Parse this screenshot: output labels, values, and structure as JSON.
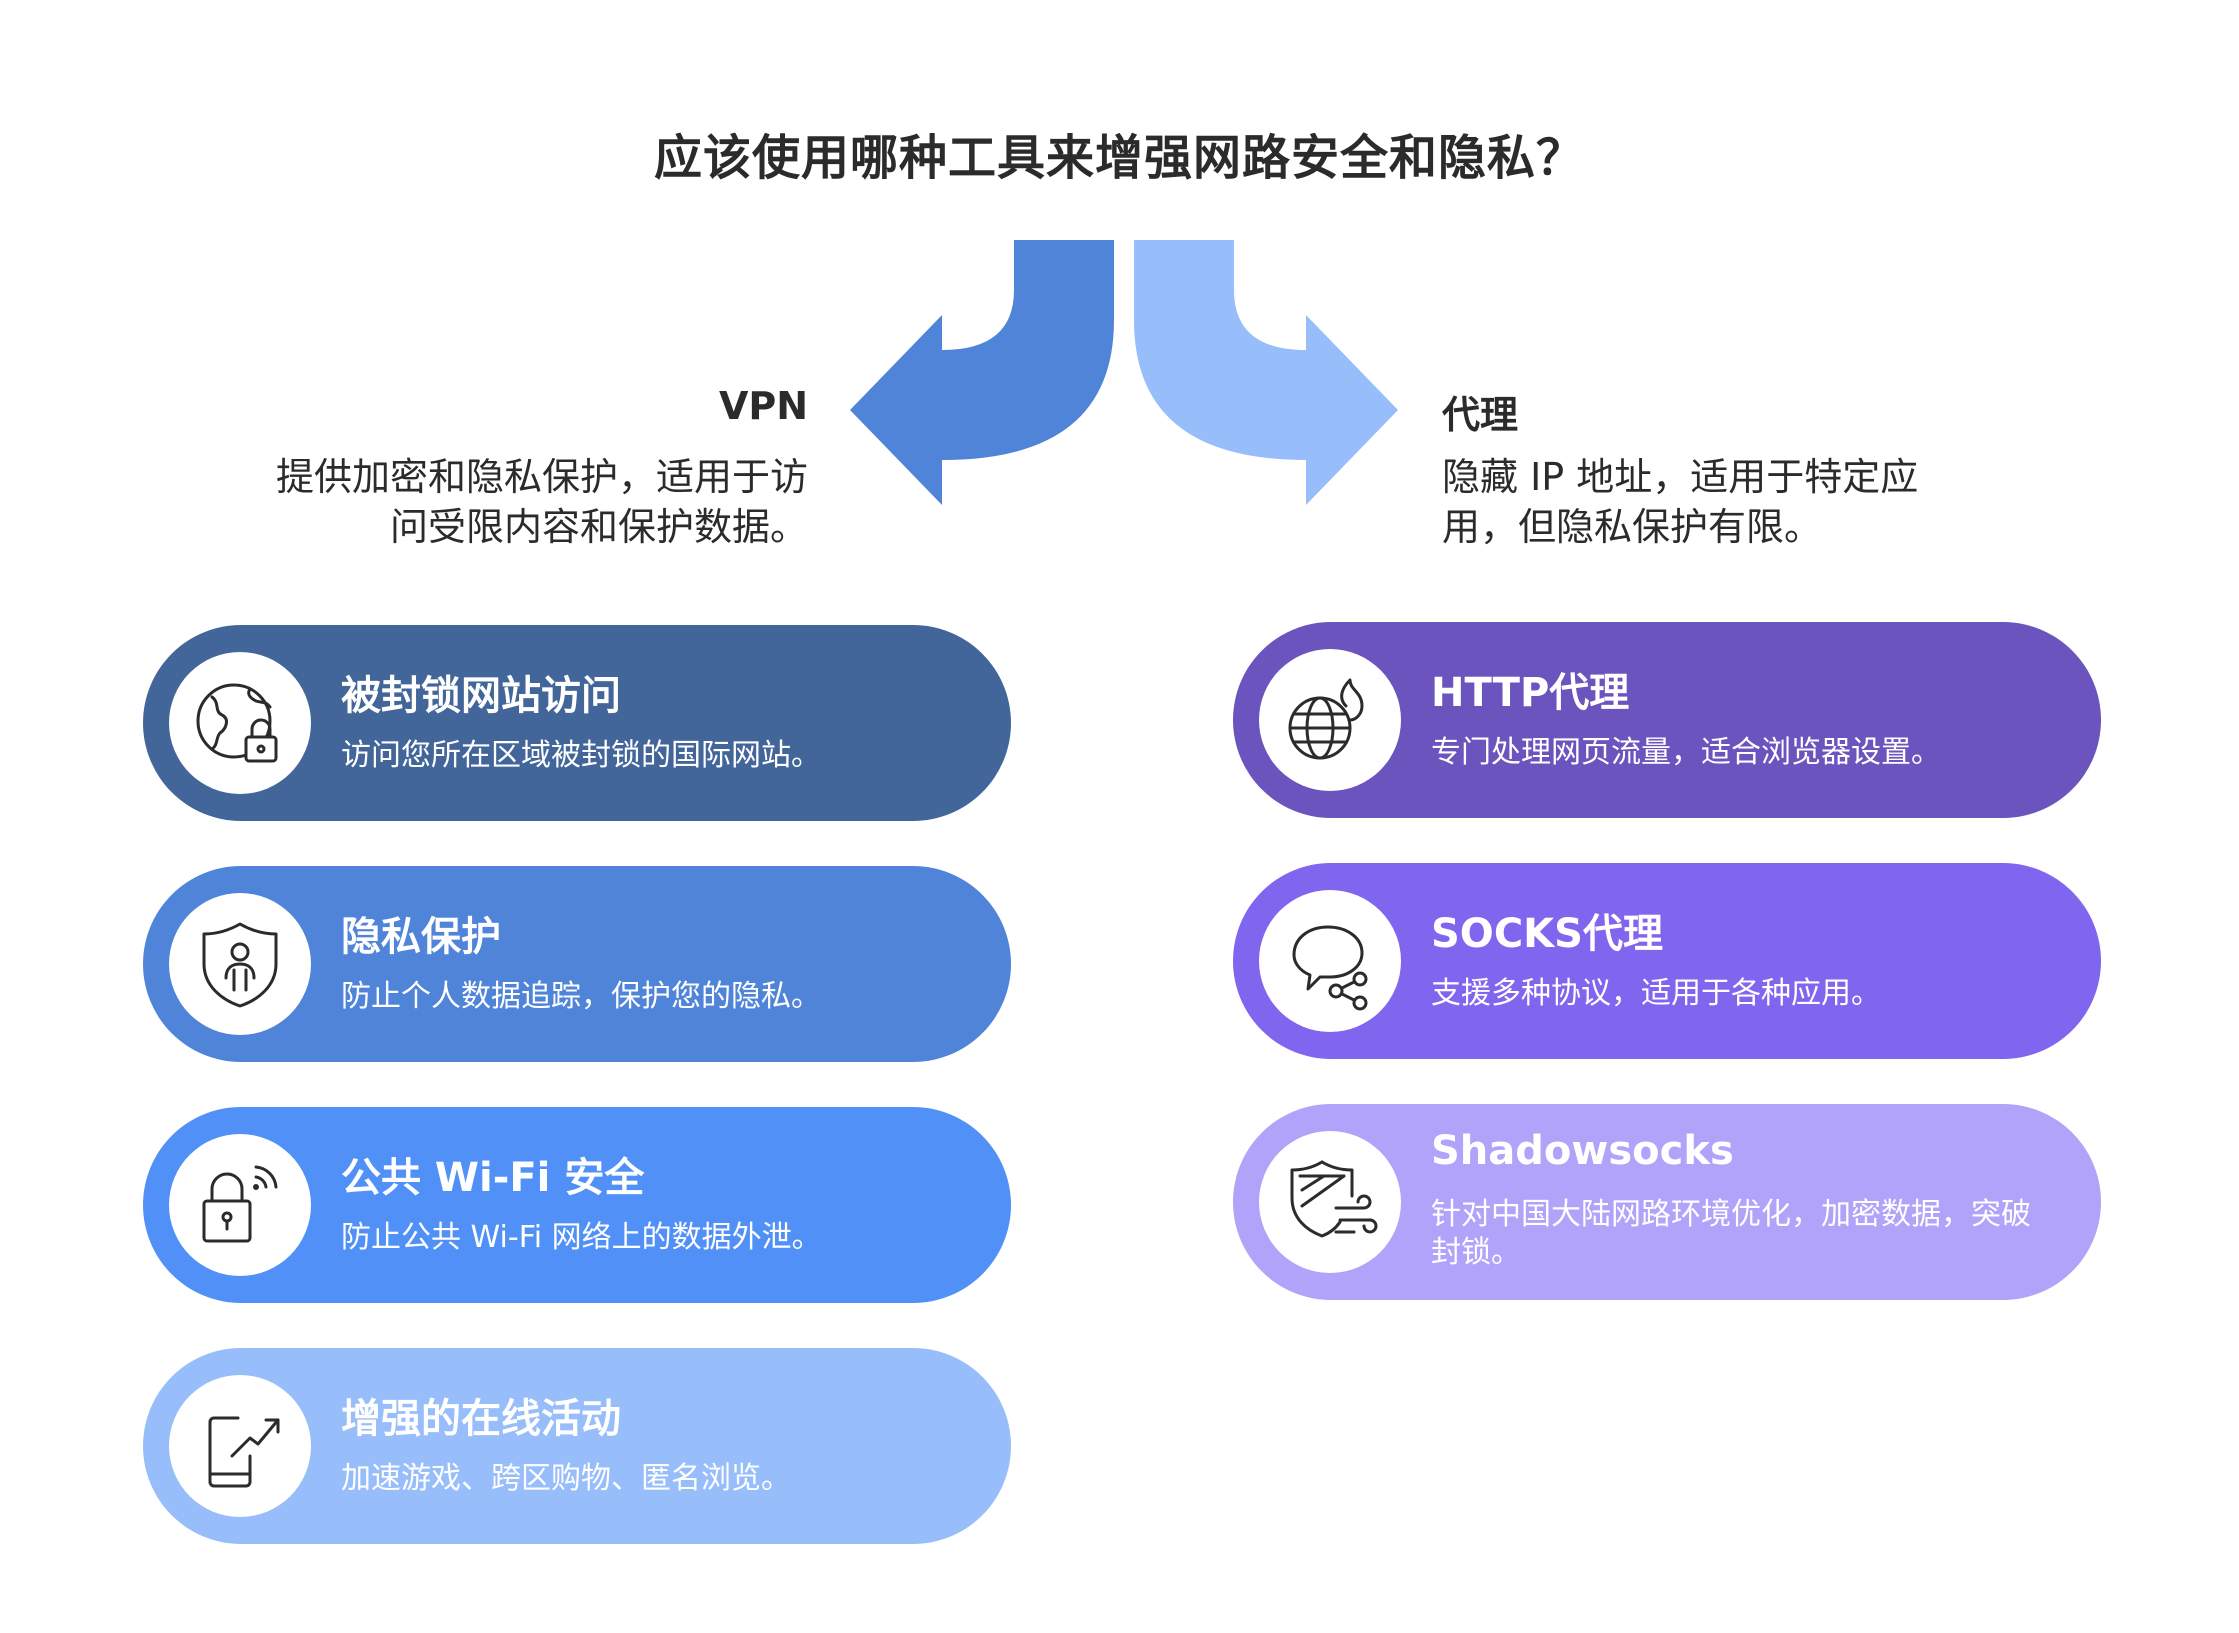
{
  "title": "应该使用哪种工具来增强网路安全和隐私？",
  "colors": {
    "arrow_left": "#4f84d9",
    "arrow_right": "#97bdfb",
    "icon_stroke": "#2b2b2b",
    "text_dark": "#2b2b2b"
  },
  "left_branch": {
    "title": "VPN",
    "description": "提供加密和隐私保护，适用于访问受限内容和保护数据。",
    "items": [
      {
        "title": "被封锁网站访问",
        "description": "访问您所在区域被封锁的国际网站。",
        "icon": "globe-lock-icon",
        "color": "#42669a"
      },
      {
        "title": "隐私保护",
        "description": "防止个人数据追踪，保护您的隐私。",
        "icon": "shield-person-icon",
        "color": "#4f84d9"
      },
      {
        "title": "公共 Wi-Fi 安全",
        "description": "防止公共 Wi-Fi 网络上的数据外泄。",
        "icon": "padlock-wifi-icon",
        "color": "#5191f7"
      },
      {
        "title": "增强的在线活动",
        "description": "加速游戏、跨区购物、匿名浏览。",
        "icon": "phone-trend-icon",
        "color": "#97bdfb"
      }
    ]
  },
  "right_branch": {
    "title": "代理",
    "description": "隐藏 IP 地址，适用于特定应用，但隐私保护有限。",
    "items": [
      {
        "title": "HTTP代理",
        "description": "专门处理网页流量，适合浏览器设置。",
        "icon": "globe-flame-icon",
        "color": "#6b54bd"
      },
      {
        "title": "SOCKS代理",
        "description": "支援多种协议，适用于各种应用。",
        "icon": "chat-share-icon",
        "color": "#8066ef"
      },
      {
        "title": "Shadowsocks",
        "description": "针对中国大陆网路环境优化，加密数据，突破封锁。",
        "icon": "shield-wind-icon",
        "color": "#b1a3fa"
      }
    ]
  }
}
